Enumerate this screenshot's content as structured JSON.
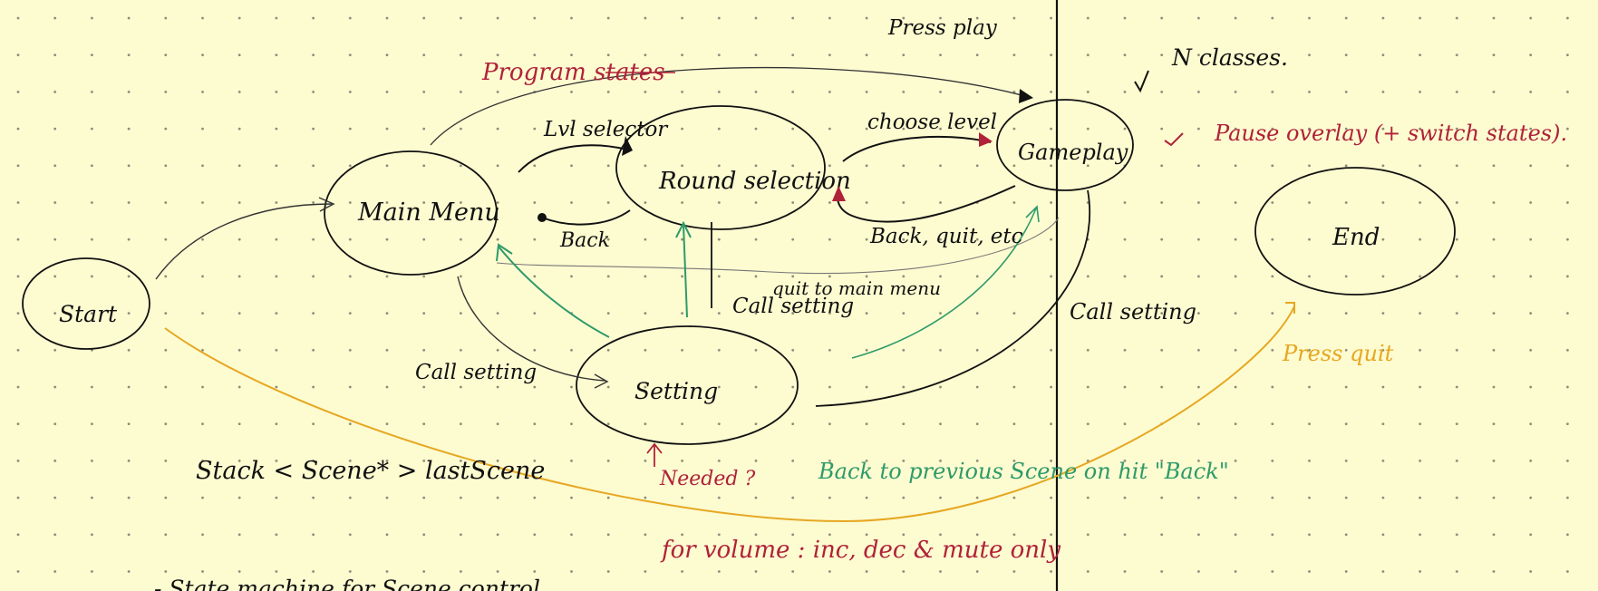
{
  "colors": {
    "background": "#fdfbd0",
    "ink": "#111111",
    "red": "#b0223a",
    "green": "#2e9a6a",
    "orange": "#e6a722",
    "dot": "#8a8a78"
  },
  "top_cut_text": "",
  "states": {
    "start": "Start",
    "main_menu": "Main Menu",
    "round_selection": "Round selection",
    "gameplay": "Gameplay",
    "setting": "Setting",
    "end": "End"
  },
  "labels": {
    "program_states": "Program states",
    "press_play": "Press play",
    "n_classes": "N classes.",
    "pause_overlay": "Pause overlay (+ switch states).",
    "lvl_selector": "Lvl selector",
    "back": "Back",
    "choose_level": "choose level",
    "back_quit_etc": "Back, quit, etc",
    "quit_to_main_menu": "quit to main menu",
    "call_setting_center": "Call setting",
    "call_setting_left": "Call setting",
    "call_setting_right": "Call setting",
    "press_quit": "Press quit",
    "stack_expr": "Stack < Scene* > lastScene",
    "needed": "Needed ?",
    "back_to_previous": "Back to previous Scene on hit \"Back\"",
    "for_volume": "for volume : inc, dec & mute only",
    "state_machine": "- State machine for Scene control"
  }
}
